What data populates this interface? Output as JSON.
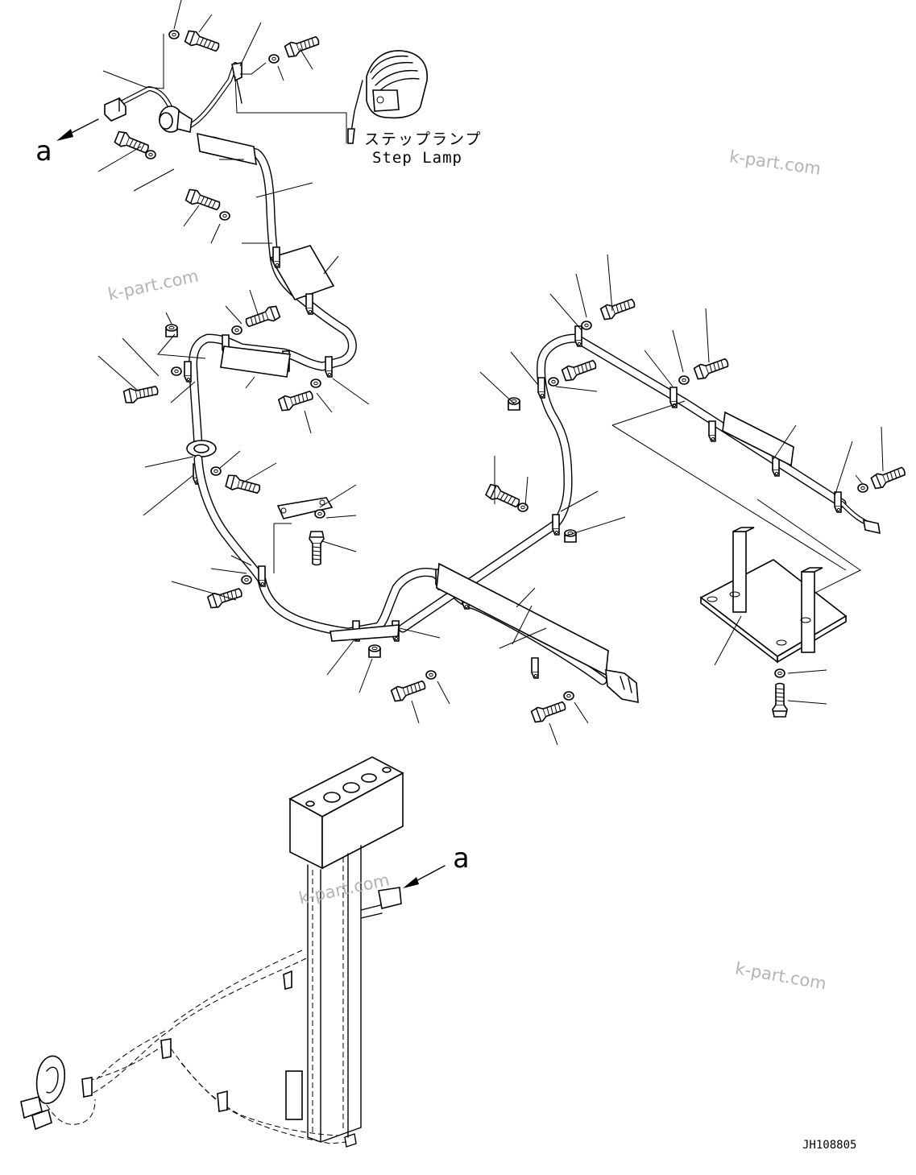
{
  "labels": {
    "view_marker_top": "a",
    "view_marker_bottom": "a",
    "step_lamp_jp": "ステップランプ",
    "step_lamp_en": "Step Lamp",
    "drawing_code": "JH108805"
  },
  "watermarks": [
    "k-part.com",
    "k-part.com",
    "k-part.com",
    "k-part.com"
  ],
  "colors": {
    "line": "#000000",
    "background": "#ffffff",
    "watermark": "#b4b4b4"
  }
}
